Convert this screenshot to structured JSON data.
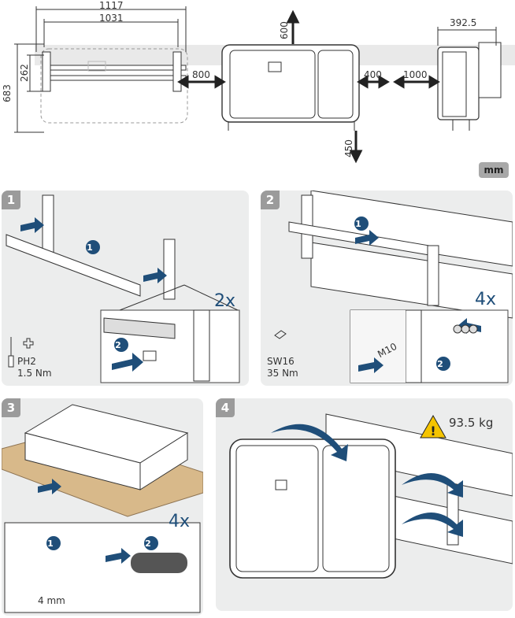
{
  "top_diagram": {
    "dim_width_outer": "1117",
    "dim_width_inner": "1031",
    "dim_height": "683",
    "dim_bracket_height": "262",
    "clearance_top": "600",
    "clearance_side_left": "800",
    "clearance_side_right": "400",
    "clearance_front": "1000",
    "clearance_bottom": "450",
    "dim_depth": "392.5",
    "unit": "mm"
  },
  "steps": [
    {
      "number": "1",
      "tool_name": "PH2",
      "torque": "1.5 Nm",
      "quantity": "2x"
    },
    {
      "number": "2",
      "tool_name": "SW16",
      "torque": "35 Nm",
      "quantity": "4x",
      "bolt": "M10"
    },
    {
      "number": "3",
      "quantity": "4x",
      "tool_size": "4 mm"
    },
    {
      "number": "4",
      "weight": "93.5 kg"
    }
  ],
  "callouts": {
    "one": "1",
    "two": "2"
  },
  "colors": {
    "accent": "#1f4e79",
    "panel": "#eceded",
    "badge": "#9b9b9b",
    "warning": "#f5c400"
  }
}
